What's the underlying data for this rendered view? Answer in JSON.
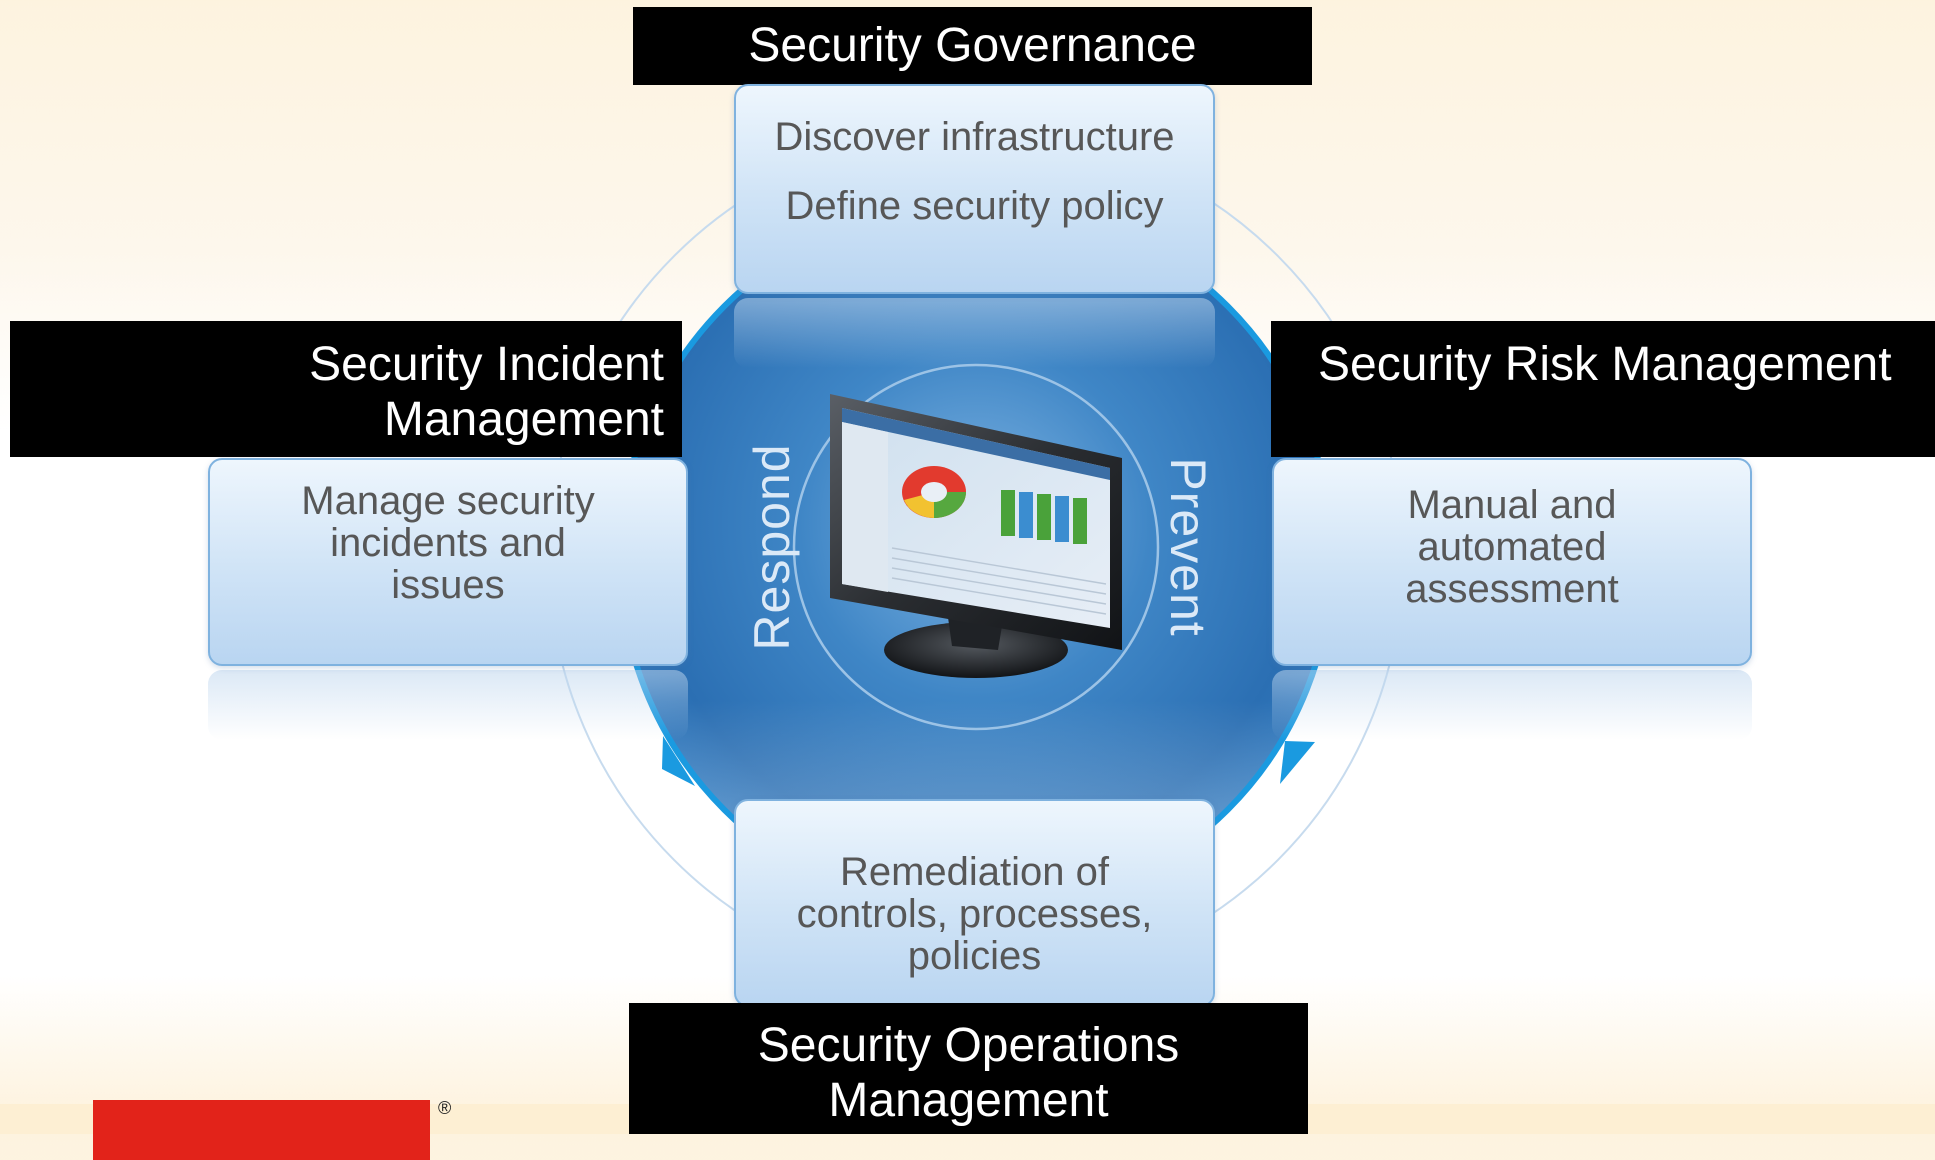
{
  "quadrants": {
    "top": {
      "header": "Security Governance",
      "lines": [
        "Discover infrastructure",
        "Define security policy"
      ]
    },
    "left": {
      "header_lines": [
        "Security Incident",
        "Management"
      ],
      "body_lines": [
        "Manage security",
        "incidents and",
        "issues"
      ]
    },
    "right": {
      "header": "Security Risk Management",
      "body_lines": [
        "Manual and",
        "automated",
        "assessment"
      ]
    },
    "bottom": {
      "header_lines": [
        "Security Operations",
        "Management"
      ],
      "body_lines": [
        "Remediation of",
        "controls, processes,",
        "policies"
      ]
    }
  },
  "cycle_labels": {
    "left": "Respond",
    "right": "Prevent"
  },
  "monitor_screen_title": "Archer",
  "logo_mark": "®",
  "colors": {
    "header_bg": "#000000",
    "header_text": "#ffffff",
    "card_text": "#575757",
    "ring_blue": "#1a9ae0",
    "logo_red": "#e2231a"
  }
}
